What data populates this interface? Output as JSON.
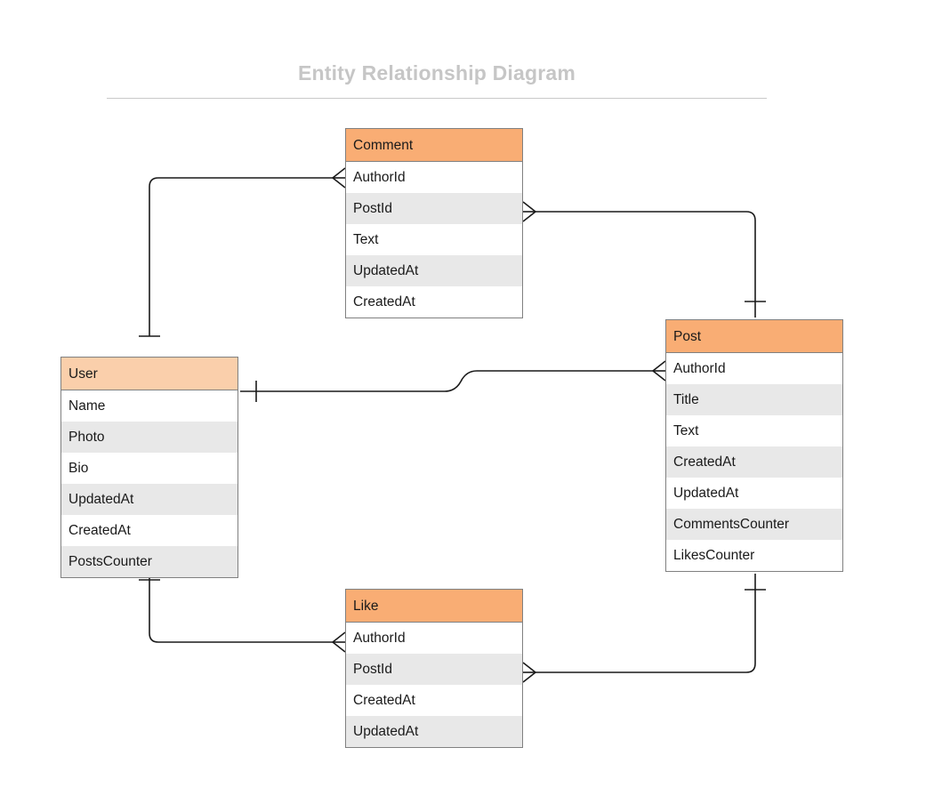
{
  "page": {
    "title": "Entity Relationship Diagram",
    "background_color": "#ffffff",
    "title_color": "#c6c6c6",
    "rule_color": "#c9c9c9"
  },
  "style": {
    "header_fill_primary": "#f9ad74",
    "header_fill_user": "#facfab",
    "row_fill_odd": "#ffffff",
    "row_fill_even": "#e8e8e8",
    "border_color": "#808080",
    "connector_color": "#1a1a1a",
    "text_color": "#1a1a1a"
  },
  "entities": [
    {
      "id": "comment",
      "name": "Comment",
      "header_fill": "#f9ad74",
      "fields": [
        {
          "name": "AuthorId"
        },
        {
          "name": "PostId"
        },
        {
          "name": "Text"
        },
        {
          "name": "UpdatedAt"
        },
        {
          "name": "CreatedAt"
        }
      ]
    },
    {
      "id": "user",
      "name": "User",
      "header_fill": "#facfab",
      "fields": [
        {
          "name": "Name"
        },
        {
          "name": "Photo"
        },
        {
          "name": "Bio"
        },
        {
          "name": "UpdatedAt"
        },
        {
          "name": "CreatedAt"
        },
        {
          "name": "PostsCounter"
        }
      ]
    },
    {
      "id": "post",
      "name": "Post",
      "header_fill": "#f9ad74",
      "fields": [
        {
          "name": "AuthorId"
        },
        {
          "name": "Title"
        },
        {
          "name": "Text"
        },
        {
          "name": "CreatedAt"
        },
        {
          "name": "UpdatedAt"
        },
        {
          "name": "CommentsCounter"
        },
        {
          "name": "LikesCounter"
        }
      ]
    },
    {
      "id": "like",
      "name": "Like",
      "header_fill": "#f9ad74",
      "fields": [
        {
          "name": "AuthorId"
        },
        {
          "name": "PostId"
        },
        {
          "name": "CreatedAt"
        },
        {
          "name": "UpdatedAt"
        }
      ]
    }
  ],
  "relationships": [
    {
      "id": "user-comment",
      "from_entity": "User",
      "from_field": "",
      "from_cardinality": "one",
      "to_entity": "Comment",
      "to_field": "AuthorId",
      "to_cardinality": "many"
    },
    {
      "id": "comment-post",
      "from_entity": "Comment",
      "from_field": "PostId",
      "from_cardinality": "many",
      "to_entity": "Post",
      "to_field": "",
      "to_cardinality": "one"
    },
    {
      "id": "user-post",
      "from_entity": "User",
      "from_field": "",
      "from_cardinality": "one",
      "to_entity": "Post",
      "to_field": "AuthorId",
      "to_cardinality": "many"
    },
    {
      "id": "user-like",
      "from_entity": "User",
      "from_field": "",
      "from_cardinality": "one",
      "to_entity": "Like",
      "to_field": "AuthorId",
      "to_cardinality": "many"
    },
    {
      "id": "like-post",
      "from_entity": "Like",
      "from_field": "PostId",
      "from_cardinality": "many",
      "to_entity": "Post",
      "to_field": "",
      "to_cardinality": "one"
    }
  ]
}
